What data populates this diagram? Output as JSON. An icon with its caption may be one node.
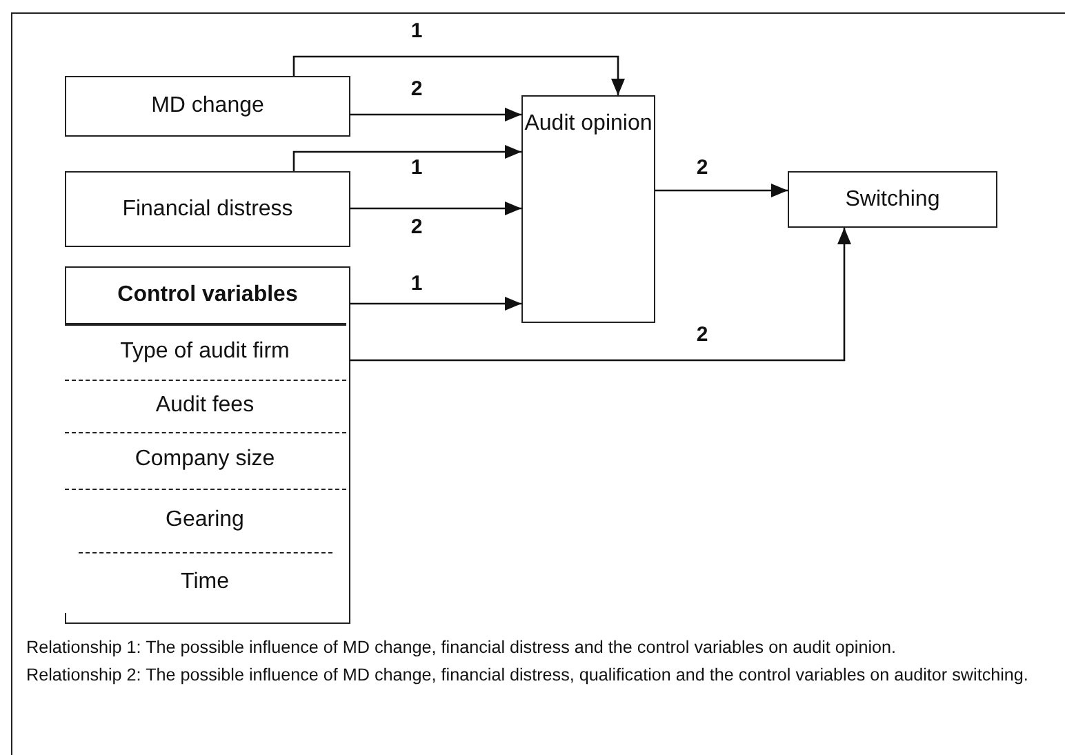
{
  "diagram": {
    "nodes": [
      {
        "text": [
          "MD change"
        ]
      },
      {
        "text": [
          "Audit opinion"
        ]
      },
      {
        "text": [
          "Switching"
        ]
      },
      {
        "text": [
          "Financial distress"
        ]
      },
      {
        "text": [
          "Control variables"
        ]
      },
      {
        "text": [
          "Type of audit firm"
        ],
        "in": 4
      },
      {
        "text": [
          "Audit fees"
        ],
        "in": 4
      },
      {
        "text": [
          "Company size"
        ],
        "in": 4
      },
      {
        "text": [
          "Gearing"
        ],
        "in": 4
      },
      {
        "text": [
          "Time"
        ],
        "in": 4
      }
    ],
    "edges": [
      {
        "from": 0,
        "to": 1,
        "arrow": "to",
        "label": "1"
      },
      {
        "from": 0,
        "to": 1,
        "arrow": "to",
        "label": "2"
      },
      {
        "from": 3,
        "to": 1,
        "arrow": "to",
        "label": "1"
      },
      {
        "from": 3,
        "to": 1,
        "arrow": "to",
        "label": "2"
      },
      {
        "from": 4,
        "to": 1,
        "arrow": "to",
        "label": "1"
      },
      {
        "from": 1,
        "to": 2,
        "arrow": "to",
        "label": "2"
      },
      {
        "from": 5,
        "to": 2,
        "arrow": "to",
        "label": "2"
      }
    ],
    "labels": [
      "Relationship 1: The possible influence of MD change, financial distress and the control variables on audit opinion.",
      "Relationship 2: The possible influence of MD change, financial distress, qualification and the control variables on auditor switching."
    ]
  }
}
